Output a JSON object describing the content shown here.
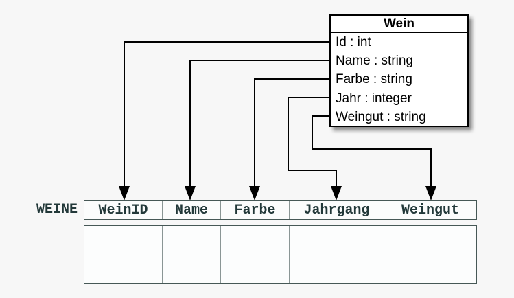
{
  "diagram": {
    "background_color": "#f7f7f7",
    "connector_color": "#000000"
  },
  "class_box": {
    "title": "Wein",
    "attributes": [
      "Id : int",
      "Name : string",
      "Farbe : string",
      "Jahr : integer",
      "Weingut : string"
    ],
    "fill_color": "#ffffff",
    "border_color": "#000000",
    "text_color": "#000000"
  },
  "table": {
    "name": "WEINE",
    "columns": [
      "WeinID",
      "Name",
      "Farbe",
      "Jahrgang",
      "Weingut"
    ],
    "border_color": "#465856",
    "divider_color": "#8a9695",
    "text_color": "#223839",
    "cell_fill": "#fcfdfd"
  },
  "mappings": [
    {
      "from": "Id",
      "to": "WeinID"
    },
    {
      "from": "Name",
      "to": "Name"
    },
    {
      "from": "Farbe",
      "to": "Farbe"
    },
    {
      "from": "Jahr",
      "to": "Jahrgang"
    },
    {
      "from": "Weingut",
      "to": "Weingut"
    }
  ]
}
